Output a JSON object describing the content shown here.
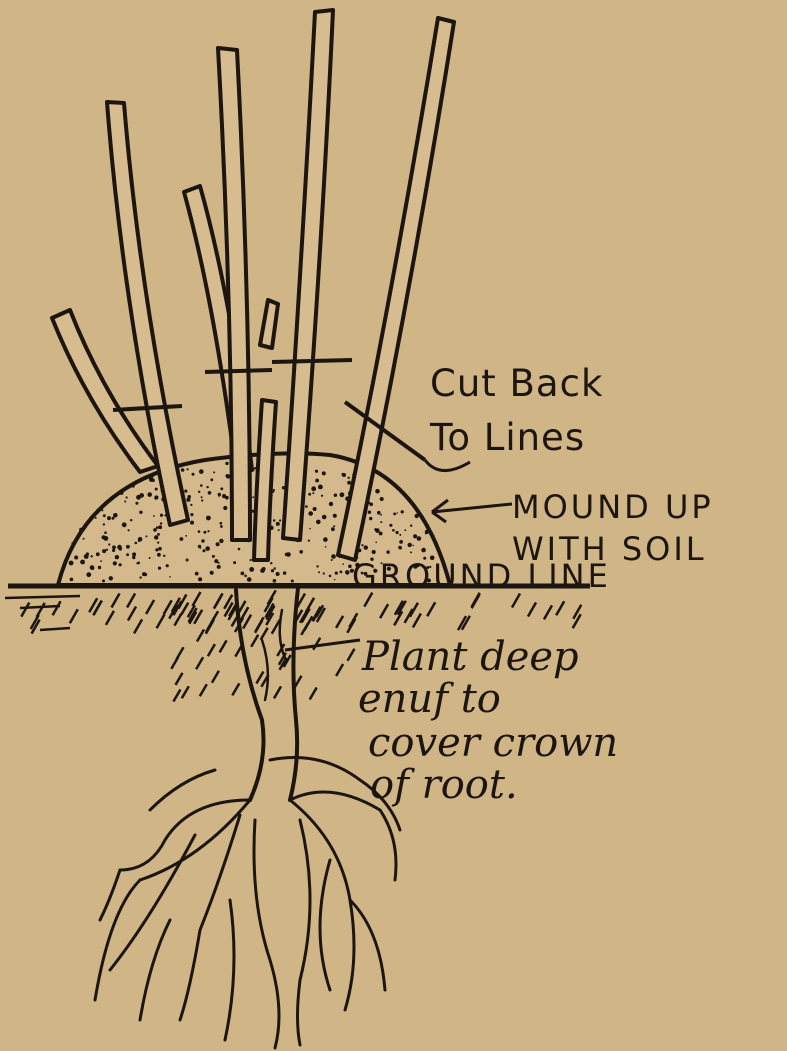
{
  "labels": {
    "cut_back_line1": "Cut Back",
    "cut_back_line2": "To Lines",
    "mound_line1": "MOUND  UP",
    "mound_line2": "WITH  SOIL",
    "ground_line": "GROUND LINE",
    "plant_line1": "Plant deep",
    "plant_line2": "enuf to",
    "plant_line3": "cover crown",
    "plant_line4": "of root."
  },
  "colors": {
    "paper": "#d0b587",
    "ink": "#1c1510"
  }
}
